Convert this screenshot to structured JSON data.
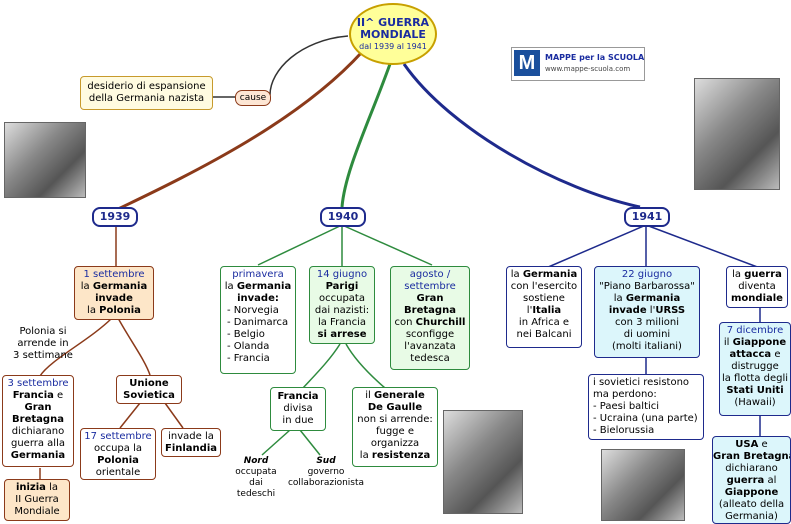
{
  "title": {
    "line1": "II^ GUERRA",
    "line2": "MONDIALE",
    "dates": "dal 1939 al 1941"
  },
  "logo": {
    "brand": "MAPPE per la SCUOLA",
    "url": "www.mappe-scuola.com"
  },
  "causes": {
    "text1": "desiderio di espansione",
    "text2": "della Germania nazista",
    "link": "cause"
  },
  "years": {
    "y1939": "1939",
    "y1940": "1940",
    "y1941": "1941"
  },
  "n1939": {
    "sep1": {
      "date": "1 settembre",
      "a": "la ",
      "b": "Germania",
      "c": "invade",
      "d": "la ",
      "e": "Polonia"
    },
    "polonia_note": [
      "Polonia si",
      "arrende in",
      "3 settimane"
    ],
    "sep3": {
      "date": "3 settembre",
      "l1": "Francia",
      "l2": " e",
      "l3": "Gran",
      "l4": "Bretagna",
      "l5": "dichiarano",
      "l6": "guerra alla",
      "l7": "Germania"
    },
    "inizia": {
      "a": "inizia",
      "b": " la",
      "c": "II Guerra",
      "d": "Mondiale"
    },
    "urss": {
      "l1": "Unione",
      "l2": "Sovietica"
    },
    "sep17": {
      "date": "17 settembre",
      "l1": "occupa la",
      "l2": "Polonia",
      "l3": "orientale"
    },
    "finlandia": {
      "l1": "invade la",
      "l2": "Finlandia"
    }
  },
  "n1940": {
    "prim": {
      "date": "primavera",
      "a": "la ",
      "b": "Germania",
      "c": "invade:",
      "items": [
        "- Norvegia",
        "- Danimarca",
        "- Belgio",
        "- Olanda",
        "- Francia"
      ]
    },
    "giu": {
      "date": "14 giugno",
      "b": "Parigi",
      "c": "occupata",
      "d": "dai nazisti:",
      "e": "la Francia",
      "f": "si arrese"
    },
    "ago": {
      "date": "agosto /",
      "date2": "settembre",
      "b": "Gran",
      "c": "Bretagna",
      "d": "con ",
      "e": "Churchill",
      "f": "sconfigge",
      "g": "l'avanzata",
      "h": "tedesca"
    },
    "francia": {
      "b": "Francia",
      "c": "divisa",
      "d": "in due"
    },
    "nord": {
      "b": "Nord",
      "l1": "occupata",
      "l2": "dai",
      "l3": "tedeschi"
    },
    "sud": {
      "b": "Sud",
      "l1": "governo",
      "l2": "collaborazionista"
    },
    "gaulle": {
      "a": "il ",
      "b": "Generale",
      "c": "De Gaulle",
      "d": "non si arrende:",
      "e": "fugge e",
      "f": "organizza",
      "g": "la ",
      "h": "resistenza"
    }
  },
  "n1941": {
    "ita": {
      "a": "la ",
      "b": "Germania",
      "c": "con l'esercito",
      "d": "sostiene",
      "e": "l'",
      "f": "Italia",
      "g": "in Africa e",
      "h": "nei Balcani"
    },
    "giu22": {
      "date": "22 giugno",
      "a": "\"Piano Barbarossa\"",
      "b": "la ",
      "c": "Germania",
      "d": "invade",
      "e": " l'",
      "f": "URSS",
      "g": "con 3 milioni",
      "h": "di uomini",
      "i": "(molti italiani)"
    },
    "sov": {
      "l1": "i sovietici resistono",
      "l2": "ma perdono:",
      "items": [
        "- Paesi baltici",
        "- Ucraina (una parte)",
        "- Bielorussia"
      ]
    },
    "mond": {
      "a": "la ",
      "b": "guerra",
      "c": "diventa",
      "d": "mondiale"
    },
    "dic7": {
      "date": "7 dicembre",
      "a": "il ",
      "b": "Giappone",
      "c": "attacca",
      "d": " e",
      "e": "distrugge",
      "f": "la flotta degli",
      "g": "Stati Uniti",
      "h": "(Hawaii)"
    },
    "usa": {
      "a": "USA",
      "b": " e",
      "c": "Gran Bretagna",
      "d": "dichiarano",
      "e": "guerra",
      "f": " al",
      "g": "Giappone",
      "h": "(alleato della",
      "i": "Germania)"
    }
  },
  "colors": {
    "brown": "#8b3a1a",
    "green": "#2e8b3e",
    "blue": "#1e2a8c",
    "title_bg": "#ffff99"
  }
}
